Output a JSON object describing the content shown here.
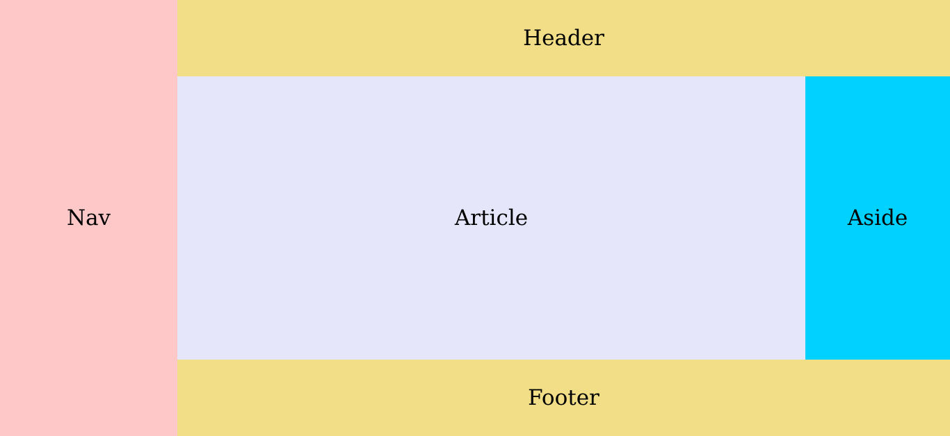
{
  "nav": {
    "label": "Nav",
    "color": "#ffc8c8"
  },
  "header": {
    "label": "Header",
    "color": "#f2de87"
  },
  "article": {
    "label": "Article",
    "color": "#e5e6f9"
  },
  "aside": {
    "label": "Aside",
    "color": "#00d1ff"
  },
  "footer": {
    "label": "Footer",
    "color": "#f2de87"
  }
}
